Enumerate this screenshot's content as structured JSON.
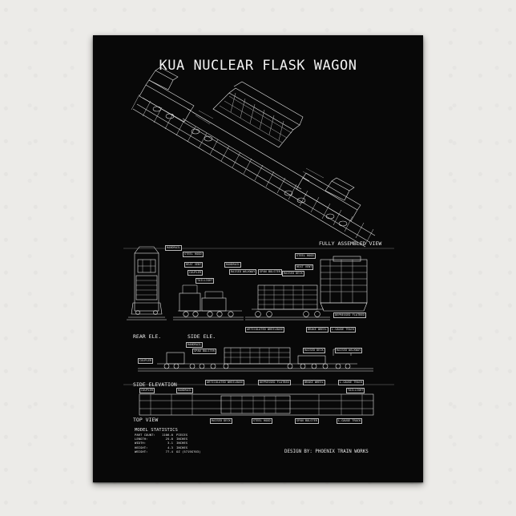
{
  "title": "KUA NUCLEAR FLASK WAGON",
  "sections": {
    "fully_assembled": "FULLY ASSEMBLED VIEW",
    "rear_elevation": "REAR ELE.",
    "side_ele_short": "SIDE ELE.",
    "side_elevation": "SIDE ELEVATION",
    "top_view": "TOP VIEW"
  },
  "callouts": {
    "handrail": "HANDRAIL",
    "steel_hood": "STEEL HOOD",
    "heat_vent": "HEAT VENT",
    "coupler": "COUPLER",
    "taillight": "TAILLIGHT",
    "raised_walkway": "RAISED WALKWAY",
    "span_bolster": "SPAN BOLSTER",
    "raised_deck": "RAISED DECK",
    "articulated_wheelbase": "ARTICULATED WHEELBASE",
    "depressed_flatbed": "DEPRESSED FLATBED",
    "brake_wheel": "BRAKE WHEEL",
    "l_gauge_track": "L-GAUGE TRACK"
  },
  "stats": {
    "heading": "MODEL STATISTICS",
    "rows": [
      {
        "key": "PART COUNT:",
        "value": "1106.0",
        "unit": "PIECES"
      },
      {
        "key": "LENGTH:",
        "value": "25.8",
        "unit": "INCHES"
      },
      {
        "key": "WIDTH:",
        "value": "3.1",
        "unit": "INCHES"
      },
      {
        "key": "HEIGHT:",
        "value": "4.3",
        "unit": "INCHES"
      },
      {
        "key": "WEIGHT:",
        "value": "77.4",
        "unit": "OZ (5719G?03)"
      }
    ]
  },
  "credit": "DESIGN BY: PHOENIX TRAIN WORKS",
  "colors": {
    "paper": "#080808",
    "ink": "#e6e6e6",
    "surface": "#ecebe8"
  }
}
